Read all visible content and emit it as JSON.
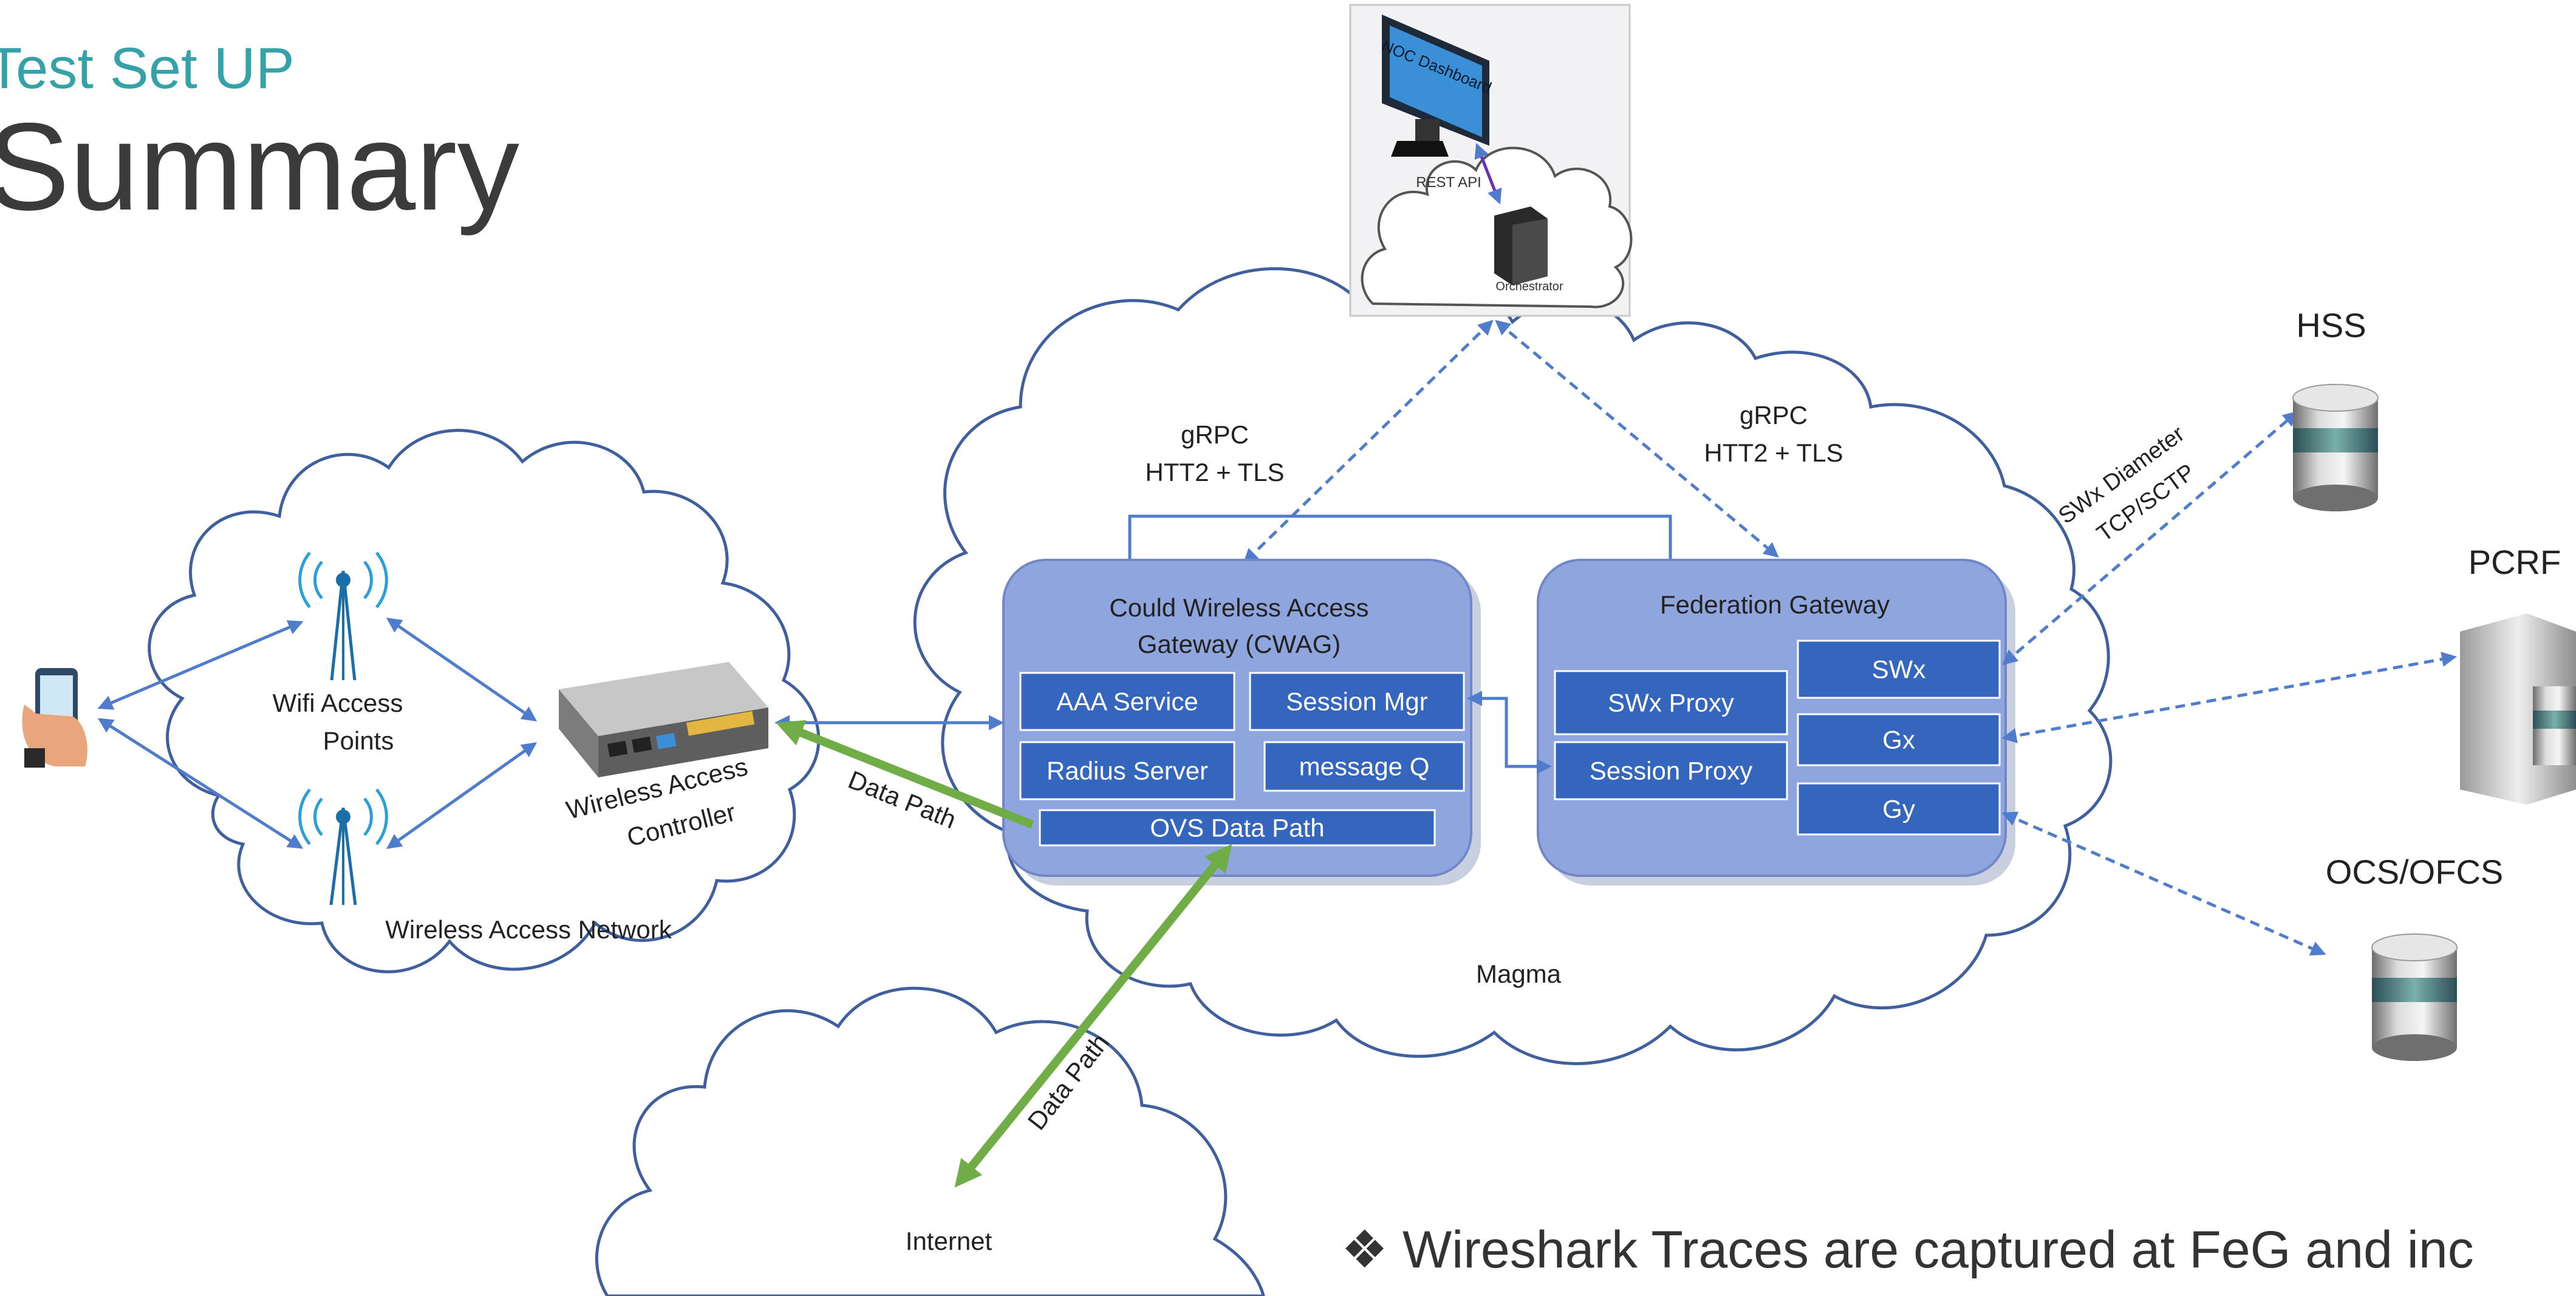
{
  "header": {
    "subtitle": "Test Set UP",
    "title": "Summary"
  },
  "note": "❖ Wireshark Traces are captured at FeG and inc",
  "diagram": {
    "noc": {
      "dashboard_label": "NOC Dashboard",
      "rest_api_label": "REST API",
      "orchestrator_label": "Orchestrator"
    },
    "grpc_left": {
      "line1": "gRPC",
      "line2": "HTT2 + TLS"
    },
    "grpc_right": {
      "line1": "gRPC",
      "line2": "HTT2 + TLS"
    },
    "wireless_network": {
      "wifi_ap_line1": "Wifi Access",
      "wifi_ap_line2": "Points",
      "controller_line1": "Wireless Access",
      "controller_line2": "Controller",
      "network_label": "Wireless Access Network"
    },
    "cwag": {
      "title_line1": "Could Wireless Access",
      "title_line2": "Gateway (CWAG)",
      "aaa": "AAA Service",
      "session_mgr": "Session Mgr",
      "radius": "Radius Server",
      "message_q": "message Q",
      "ovs": "OVS Data Path"
    },
    "feg": {
      "title": "Federation Gateway",
      "swx_proxy": "SWx Proxy",
      "session_proxy": "Session Proxy",
      "swx": "SWx",
      "gx": "Gx",
      "gy": "Gy"
    },
    "magma_label": "Magma",
    "data_path_1": "Data Path",
    "data_path_2": "Data Path",
    "internet_label": "Internet",
    "swx_diameter_line1": "SWx Diameter",
    "swx_diameter_line2": "TCP/SCTP",
    "hss_label": "HSS",
    "pcrf_label": "PCRF",
    "ocs_label": "OCS/OFCS",
    "colors": {
      "accent_teal": "#35a2aa",
      "box_blue": "#3466bd",
      "panel_blue": "#8ea6dd",
      "line_blue": "#4f7ccd",
      "data_path_green": "#70ad47",
      "cloud_outline": "#3f5f9e"
    }
  }
}
